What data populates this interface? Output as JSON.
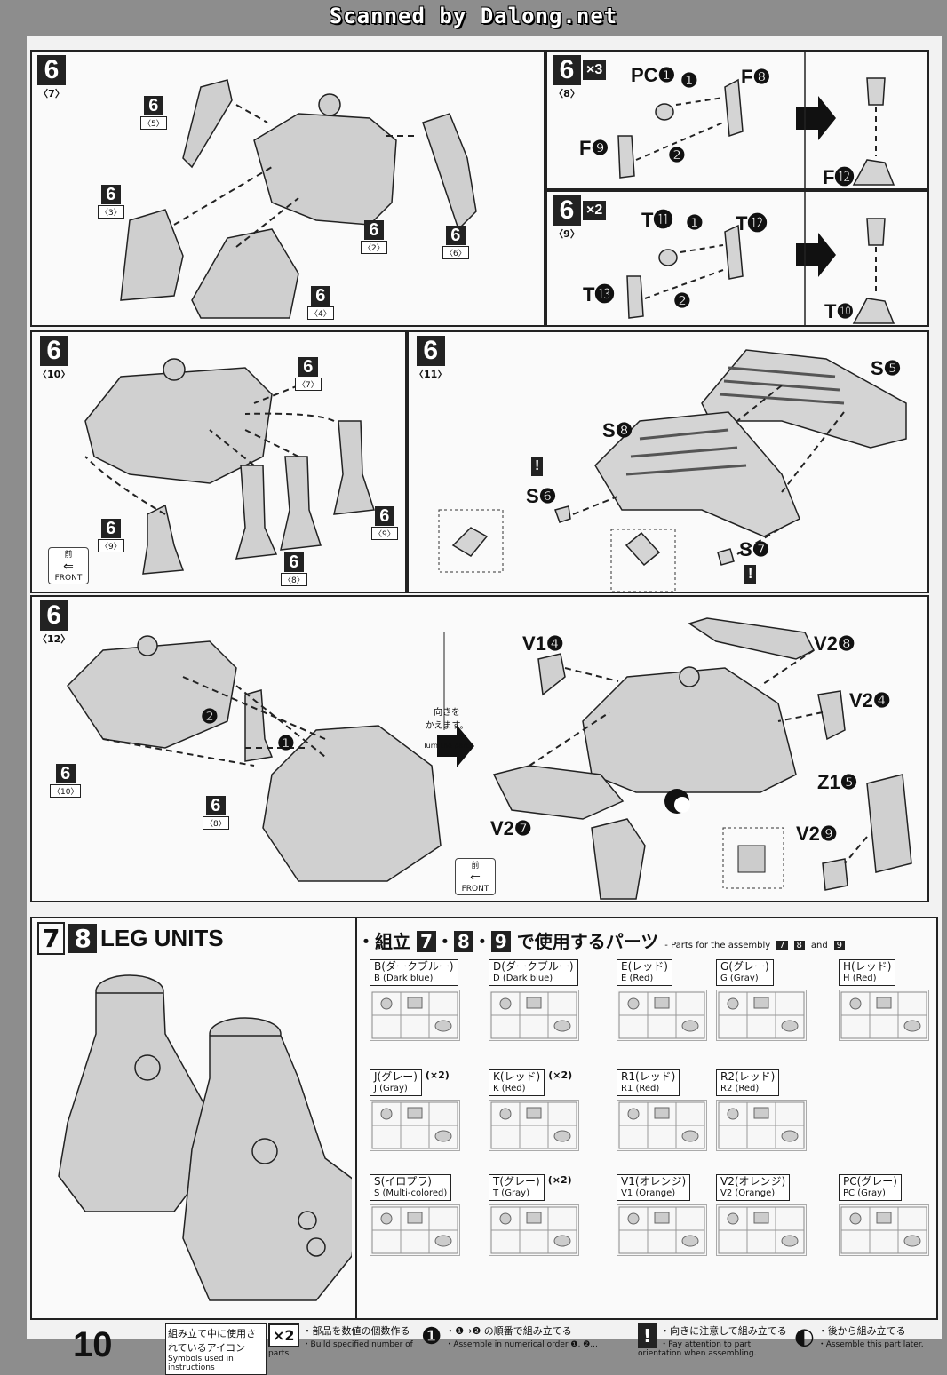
{
  "header": {
    "scan_credit": "Scanned by Dalong.net"
  },
  "steps": {
    "s7": {
      "num": "6",
      "sub": "〈7〉",
      "tags": [
        {
          "n": "6",
          "s": "〈5〉"
        },
        {
          "n": "6",
          "s": "〈3〉"
        },
        {
          "n": "6",
          "s": "〈2〉"
        },
        {
          "n": "6",
          "s": "〈6〉"
        },
        {
          "n": "6",
          "s": "〈4〉"
        }
      ]
    },
    "s8": {
      "num": "6",
      "sub": "〈8〉",
      "count": "×3",
      "labels": {
        "pc": "PC❶",
        "f8": "F❽",
        "f9": "F❾",
        "f12": "F⓬",
        "o1": "❶",
        "o2": "❷"
      }
    },
    "s9": {
      "num": "6",
      "sub": "〈9〉",
      "count": "×2",
      "labels": {
        "t11": "T⓫",
        "t12": "T⓬",
        "t13": "T⓭",
        "t10": "T❿",
        "o1": "❶",
        "o2": "❷"
      }
    },
    "s10": {
      "num": "6",
      "sub": "〈10〉",
      "tags": [
        {
          "n": "6",
          "s": "〈7〉"
        },
        {
          "n": "6",
          "s": "〈9〉"
        },
        {
          "n": "6",
          "s": "〈8〉"
        },
        {
          "n": "6",
          "s": "〈9〉"
        }
      ],
      "front_ja": "前",
      "front_en": "FRONT"
    },
    "s11": {
      "num": "6",
      "sub": "〈11〉",
      "labels": {
        "s5": "S❺",
        "s8": "S❽",
        "s6": "S❻",
        "s7": "S❼",
        "warn": "!"
      }
    },
    "s12": {
      "num": "6",
      "sub": "〈12〉",
      "tags": [
        {
          "n": "6",
          "s": "〈10〉"
        },
        {
          "n": "6",
          "s": "〈8〉"
        }
      ],
      "turn_ja": "向きを\nかえます。",
      "turn_en": "Turn the part.",
      "labels": {
        "v14": "V1❹",
        "v28": "V2❽",
        "v24": "V2❹",
        "v27": "V2❼",
        "z15": "Z1❺",
        "v29": "V2❾",
        "o1": "❶",
        "o2": "❷"
      },
      "front_ja": "前",
      "front_en": "FRONT"
    }
  },
  "leg": {
    "num_a": "7",
    "num_b": "8",
    "title": "LEG UNITS",
    "parts_title_ja": "・組立",
    "parts_title_mid": "で使用するパーツ",
    "parts_title_en": "- Parts for the assembly",
    "parts_title_and": "and",
    "asm": [
      "7",
      "8",
      "9"
    ],
    "runners": [
      {
        "ja": "B(ダークブルー)",
        "en": "B (Dark blue)",
        "qty": ""
      },
      {
        "ja": "D(ダークブルー)",
        "en": "D (Dark blue)",
        "qty": ""
      },
      {
        "ja": "E(レッド)",
        "en": "E (Red)",
        "qty": ""
      },
      {
        "ja": "G(グレー)",
        "en": "G (Gray)",
        "qty": ""
      },
      {
        "ja": "H(レッド)",
        "en": "H (Red)",
        "qty": ""
      },
      {
        "ja": "J(グレー)",
        "en": "J (Gray)",
        "qty": "(×2)"
      },
      {
        "ja": "K(レッド)",
        "en": "K (Red)",
        "qty": "(×2)"
      },
      {
        "ja": "R1(レッド)",
        "en": "R1 (Red)",
        "qty": ""
      },
      {
        "ja": "R2(レッド)",
        "en": "R2 (Red)",
        "qty": ""
      },
      {
        "ja": "S(イロプラ)",
        "en": "S (Multi-colored)",
        "qty": ""
      },
      {
        "ja": "T(グレー)",
        "en": "T (Gray)",
        "qty": "(×2)"
      },
      {
        "ja": "V1(オレンジ)",
        "en": "V1 (Orange)",
        "qty": ""
      },
      {
        "ja": "V2(オレンジ)",
        "en": "V2 (Orange)",
        "qty": ""
      },
      {
        "ja": "PC(グレー)",
        "en": "PC (Gray)",
        "qty": ""
      }
    ]
  },
  "footer": {
    "page_number": "10",
    "icons_ja": "組み立て中に使用されているアイコン",
    "icons_en": "Symbols used in instructions",
    "legend": [
      {
        "icon": "×2",
        "ja": "・部品を数値の個数作る",
        "en": "・Build specified number of parts."
      },
      {
        "icon": "❶",
        "ja": "・❶→❷ の順番で組み立てる",
        "en": "・Assemble in numerical order ❶, ❷..."
      },
      {
        "icon": "!",
        "ja": "・向きに注意して組み立てる",
        "en": "・Pay attention to part orientation when assembling."
      },
      {
        "icon": "◐",
        "ja": "・後から組み立てる",
        "en": "・Assemble this part later."
      }
    ]
  }
}
